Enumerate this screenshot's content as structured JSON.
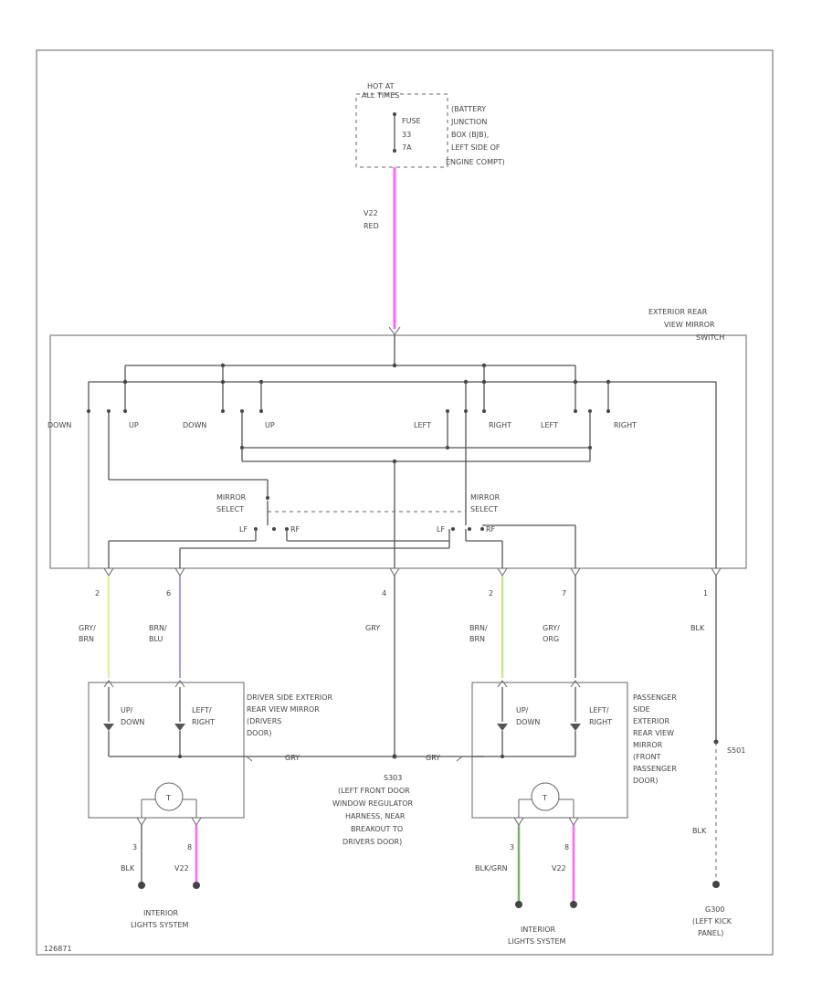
{
  "fuse_block": {
    "hot_at": "HOT AT",
    "hot_at_2": "ALL TIMES",
    "fuse": "FUSE",
    "fuse_num": "33",
    "fuse_amp": "7A",
    "desc": [
      "(BATTERY",
      "JUNCTION",
      "BOX (BJB),",
      "LEFT SIDE OF",
      "ENGINE COMPT)"
    ]
  },
  "feed_wire": {
    "circuit": "V22",
    "color": "RED"
  },
  "switch": {
    "name": [
      "EXTERIOR REAR",
      "VIEW MIRROR",
      "SWITCH"
    ],
    "contacts": [
      "DOWN",
      "UP",
      "DOWN",
      "UP",
      "LEFT",
      "RIGHT",
      "LEFT",
      "RIGHT"
    ],
    "mirror_select": [
      "MIRROR",
      "SELECT"
    ],
    "lr": [
      "LF",
      "RF"
    ]
  },
  "pins": [
    "2",
    "6",
    "4",
    "2",
    "7",
    "1"
  ],
  "wires": [
    {
      "line1": "GRY/",
      "line2": "BRN"
    },
    {
      "line1": "BRN/",
      "line2": "BLU"
    },
    {
      "line1": "GRY",
      "line2": ""
    },
    {
      "line1": "BRN/",
      "line2": "BRN"
    },
    {
      "line1": "GRY/",
      "line2": "ORG"
    },
    {
      "line1": "BLK",
      "line2": ""
    }
  ],
  "driver_mirror": {
    "label": [
      "DRIVER SIDE EXTERIOR",
      "REAR VIEW MIRROR",
      "(DRIVERS",
      "DOOR)"
    ],
    "updown": [
      "UP/",
      "DOWN"
    ],
    "leftright": [
      "LEFT/",
      "RIGHT"
    ],
    "gry": "GRY",
    "pin_a": "3",
    "pin_b": "8",
    "wire_a": "BLK",
    "wire_b": "V22",
    "lights": [
      "INTERIOR",
      "LIGHTS SYSTEM"
    ]
  },
  "passenger_mirror": {
    "label": [
      "PASSENGER",
      "SIDE",
      "EXTERIOR",
      "REAR VIEW",
      "MIRROR",
      "(FRONT",
      "PASSENGER",
      "DOOR)"
    ],
    "updown": [
      "UP/",
      "DOWN"
    ],
    "leftright": [
      "LEFT/",
      "RIGHT"
    ],
    "gry": "GRY",
    "pin_a": "3",
    "pin_b": "8",
    "wire_a": "BLK/GRN",
    "wire_b": "V22",
    "lights": [
      "INTERIOR",
      "LIGHTS SYSTEM"
    ]
  },
  "splice_s303": [
    "S303",
    "(LEFT FRONT DOOR",
    "WINDOW REGULATOR",
    "HARNESS, NEAR",
    "BREAKOUT TO",
    "DRIVERS DOOR)"
  ],
  "ground": {
    "splice": "S501",
    "wire": "BLK",
    "g_label": [
      "G300",
      "(LEFT KICK",
      "PANEL)"
    ]
  },
  "figure_id": "126871",
  "colors": {
    "red_wire": "#ff66ff",
    "gry_brn": "#e4ecb0",
    "brn_blu": "#a99ae6",
    "brn_brn": "#c8e890",
    "blk_grn": "#7fb26a"
  }
}
